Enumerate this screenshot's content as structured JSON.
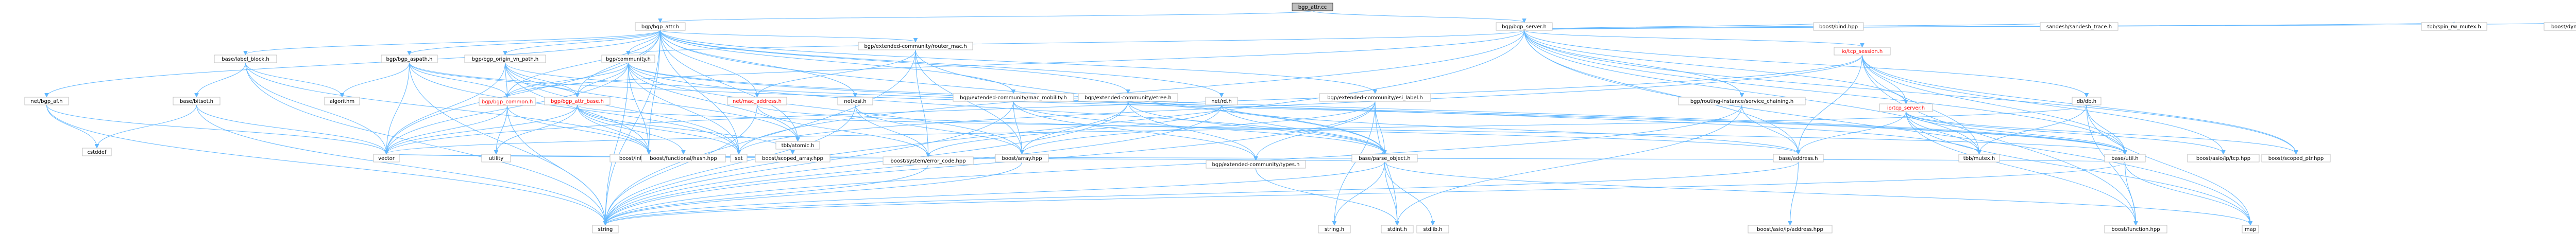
{
  "graph": {
    "root": "bgp_attr.cc",
    "colors": {
      "edge": "#63b8ff",
      "root_fill": "#bfbfbf",
      "box_border": "#bfbfbf",
      "red_text": "#ff0000",
      "text": "#000000"
    },
    "nodes": [
      {
        "id": "n0",
        "label": "bgp_attr.cc",
        "root": true
      },
      {
        "id": "n1",
        "label": "bgp/bgp_attr.h"
      },
      {
        "id": "n2",
        "label": "bgp/bgp_server.h"
      },
      {
        "id": "n3",
        "label": "net/bgp_af.h"
      },
      {
        "id": "n4",
        "label": "base/label_block.h"
      },
      {
        "id": "n5",
        "label": "bgp/bgp_aspath.h"
      },
      {
        "id": "n6",
        "label": "bgp/bgp_origin_vn_path.h"
      },
      {
        "id": "n7",
        "label": "bgp/community.h"
      },
      {
        "id": "n8",
        "label": "bgp/extended-community/router_mac.h"
      },
      {
        "id": "n9",
        "label": "base/bitset.h"
      },
      {
        "id": "n10",
        "label": "algorithm"
      },
      {
        "id": "n11",
        "label": "bgp/bgp_common.h",
        "red": true
      },
      {
        "id": "n12",
        "label": "bgp/bgp_attr_base.h",
        "red": true
      },
      {
        "id": "n13",
        "label": "net/mac_address.h",
        "red": true
      },
      {
        "id": "n14",
        "label": "net/esi.h"
      },
      {
        "id": "n15",
        "label": "bgp/extended-community/mac_mobility.h"
      },
      {
        "id": "n16",
        "label": "bgp/extended-community/etree.h"
      },
      {
        "id": "n17",
        "label": "net/rd.h"
      },
      {
        "id": "n18",
        "label": "bgp/extended-community/esi_label.h"
      },
      {
        "id": "n19",
        "label": "bgp/routing-instance/service_chaining.h"
      },
      {
        "id": "n20",
        "label": "io/tcp_session.h",
        "red": true
      },
      {
        "id": "n21",
        "label": "io/tcp_server.h",
        "red": true
      },
      {
        "id": "n22",
        "label": "db/db.h"
      },
      {
        "id": "n23",
        "label": "sandesh/sandesh_trace.h"
      },
      {
        "id": "n24",
        "label": "base/address.h"
      },
      {
        "id": "n25",
        "label": "base/util.h"
      },
      {
        "id": "n26",
        "label": "base/parse_object.h"
      },
      {
        "id": "n27",
        "label": "tbb/atomic.h"
      },
      {
        "id": "n28",
        "label": "tbb/mutex.h"
      },
      {
        "id": "n29",
        "label": "boost/system/error_code.hpp"
      },
      {
        "id": "n30",
        "label": "boost/array.hpp"
      },
      {
        "id": "n31",
        "label": "bgp/extended-community/types.h"
      },
      {
        "id": "n32",
        "label": "vector"
      },
      {
        "id": "n33",
        "label": "utility"
      },
      {
        "id": "n34",
        "label": "set"
      },
      {
        "id": "n35",
        "label": "string"
      },
      {
        "id": "n36",
        "label": "stdint.h"
      },
      {
        "id": "n37",
        "label": "string.h"
      },
      {
        "id": "n38",
        "label": "map"
      },
      {
        "id": "n39",
        "label": "boost/intrusive_ptr.hpp"
      },
      {
        "id": "n40",
        "label": "boost/functional/hash.hpp"
      },
      {
        "id": "n41",
        "label": "boost/scoped_array.hpp"
      },
      {
        "id": "n42",
        "label": "boost/function.hpp"
      },
      {
        "id": "n43",
        "label": "boost/asio/ip/tcp.hpp"
      },
      {
        "id": "n44",
        "label": "boost/scoped_ptr.hpp"
      },
      {
        "id": "n45",
        "label": "boost/asio/ip/address.hpp"
      },
      {
        "id": "n46",
        "label": "tbb/spin_rw_mutex.h"
      },
      {
        "id": "n47",
        "label": "boost/dynamic_bitset.hpp"
      },
      {
        "id": "n48",
        "label": "boost/bind.hpp"
      },
      {
        "id": "n49",
        "label": "cstddef"
      },
      {
        "id": "n50",
        "label": "stdlib.h"
      }
    ],
    "edges": [
      [
        "n0",
        "n1"
      ],
      [
        "n0",
        "n2"
      ],
      [
        "n1",
        "n3"
      ],
      [
        "n1",
        "n4"
      ],
      [
        "n1",
        "n5"
      ],
      [
        "n1",
        "n6"
      ],
      [
        "n1",
        "n7"
      ],
      [
        "n1",
        "n8"
      ],
      [
        "n1",
        "n13"
      ],
      [
        "n1",
        "n14"
      ],
      [
        "n1",
        "n15"
      ],
      [
        "n1",
        "n16"
      ],
      [
        "n1",
        "n17"
      ],
      [
        "n1",
        "n18"
      ],
      [
        "n1",
        "n12"
      ],
      [
        "n1",
        "n11"
      ],
      [
        "n1",
        "n26"
      ],
      [
        "n1",
        "n27"
      ],
      [
        "n1",
        "n34"
      ],
      [
        "n1",
        "n35"
      ],
      [
        "n1",
        "n32"
      ],
      [
        "n1",
        "n39"
      ],
      [
        "n2",
        "n20"
      ],
      [
        "n2",
        "n21"
      ],
      [
        "n2",
        "n22"
      ],
      [
        "n2",
        "n19"
      ],
      [
        "n2",
        "n23"
      ],
      [
        "n2",
        "n24"
      ],
      [
        "n2",
        "n25"
      ],
      [
        "n2",
        "n28"
      ],
      [
        "n2",
        "n46"
      ],
      [
        "n2",
        "n47"
      ],
      [
        "n2",
        "n48"
      ],
      [
        "n2",
        "n44"
      ],
      [
        "n2",
        "n38"
      ],
      [
        "n2",
        "n35"
      ],
      [
        "n2",
        "n34"
      ],
      [
        "n2",
        "n7"
      ],
      [
        "n2",
        "n11"
      ],
      [
        "n3",
        "n49"
      ],
      [
        "n3",
        "n35"
      ],
      [
        "n3",
        "n32"
      ],
      [
        "n4",
        "n9"
      ],
      [
        "n4",
        "n10"
      ],
      [
        "n4",
        "n39"
      ],
      [
        "n4",
        "n32"
      ],
      [
        "n4",
        "n35"
      ],
      [
        "n5",
        "n12"
      ],
      [
        "n5",
        "n11"
      ],
      [
        "n5",
        "n10"
      ],
      [
        "n5",
        "n34"
      ],
      [
        "n5",
        "n35"
      ],
      [
        "n5",
        "n32"
      ],
      [
        "n5",
        "n25"
      ],
      [
        "n6",
        "n12"
      ],
      [
        "n6",
        "n11"
      ],
      [
        "n6",
        "n25"
      ],
      [
        "n6",
        "n27"
      ],
      [
        "n6",
        "n34"
      ],
      [
        "n6",
        "n32"
      ],
      [
        "n6",
        "n39"
      ],
      [
        "n7",
        "n12"
      ],
      [
        "n7",
        "n11"
      ],
      [
        "n7",
        "n26"
      ],
      [
        "n7",
        "n25"
      ],
      [
        "n7",
        "n27"
      ],
      [
        "n7",
        "n28"
      ],
      [
        "n7",
        "n34"
      ],
      [
        "n7",
        "n35"
      ],
      [
        "n7",
        "n32"
      ],
      [
        "n7",
        "n30"
      ],
      [
        "n7",
        "n39"
      ],
      [
        "n8",
        "n13"
      ],
      [
        "n8",
        "n26"
      ],
      [
        "n8",
        "n30"
      ],
      [
        "n8",
        "n29"
      ],
      [
        "n8",
        "n35"
      ],
      [
        "n9",
        "n49"
      ],
      [
        "n9",
        "n35"
      ],
      [
        "n9",
        "n32"
      ],
      [
        "n11",
        "n32"
      ],
      [
        "n11",
        "n33"
      ],
      [
        "n11",
        "n35"
      ],
      [
        "n11",
        "n39"
      ],
      [
        "n12",
        "n32"
      ],
      [
        "n12",
        "n33"
      ],
      [
        "n12",
        "n39"
      ],
      [
        "n12",
        "n40"
      ],
      [
        "n12",
        "n41"
      ],
      [
        "n12",
        "n34"
      ],
      [
        "n12",
        "n25"
      ],
      [
        "n13",
        "n29"
      ],
      [
        "n13",
        "n35"
      ],
      [
        "n13",
        "n24"
      ],
      [
        "n14",
        "n29"
      ],
      [
        "n14",
        "n30"
      ],
      [
        "n14",
        "n35"
      ],
      [
        "n15",
        "n26"
      ],
      [
        "n15",
        "n31"
      ],
      [
        "n15",
        "n30"
      ],
      [
        "n15",
        "n35"
      ],
      [
        "n16",
        "n26"
      ],
      [
        "n16",
        "n31"
      ],
      [
        "n16",
        "n30"
      ],
      [
        "n16",
        "n35"
      ],
      [
        "n17",
        "n24"
      ],
      [
        "n17",
        "n26"
      ],
      [
        "n17",
        "n29"
      ],
      [
        "n17",
        "n35"
      ],
      [
        "n18",
        "n26"
      ],
      [
        "n18",
        "n31"
      ],
      [
        "n18",
        "n30"
      ],
      [
        "n18",
        "n36"
      ],
      [
        "n18",
        "n37"
      ],
      [
        "n18",
        "n35"
      ],
      [
        "n19",
        "n24"
      ],
      [
        "n19",
        "n36"
      ],
      [
        "n19",
        "n35"
      ],
      [
        "n20",
        "n21"
      ],
      [
        "n20",
        "n24"
      ],
      [
        "n20",
        "n25"
      ],
      [
        "n20",
        "n28"
      ],
      [
        "n20",
        "n42"
      ],
      [
        "n20",
        "n43"
      ],
      [
        "n20",
        "n44"
      ],
      [
        "n20",
        "n34"
      ],
      [
        "n20",
        "n32"
      ],
      [
        "n21",
        "n24"
      ],
      [
        "n21",
        "n25"
      ],
      [
        "n21",
        "n28"
      ],
      [
        "n21",
        "n38"
      ],
      [
        "n21",
        "n43"
      ],
      [
        "n21",
        "n44"
      ],
      [
        "n21",
        "n42"
      ],
      [
        "n22",
        "n25"
      ],
      [
        "n22",
        "n28"
      ],
      [
        "n22",
        "n42"
      ],
      [
        "n22",
        "n38"
      ],
      [
        "n22",
        "n32"
      ],
      [
        "n24",
        "n45"
      ],
      [
        "n24",
        "n35"
      ],
      [
        "n25",
        "n42"
      ],
      [
        "n25",
        "n38"
      ],
      [
        "n25",
        "n35"
      ],
      [
        "n25",
        "n32"
      ],
      [
        "n26",
        "n35"
      ],
      [
        "n26",
        "n36"
      ],
      [
        "n26",
        "n50"
      ],
      [
        "n26",
        "n37"
      ],
      [
        "n26",
        "n38"
      ],
      [
        "n26",
        "n32"
      ],
      [
        "n29",
        "n35"
      ],
      [
        "n30",
        "n35"
      ],
      [
        "n31",
        "n36"
      ]
    ]
  }
}
